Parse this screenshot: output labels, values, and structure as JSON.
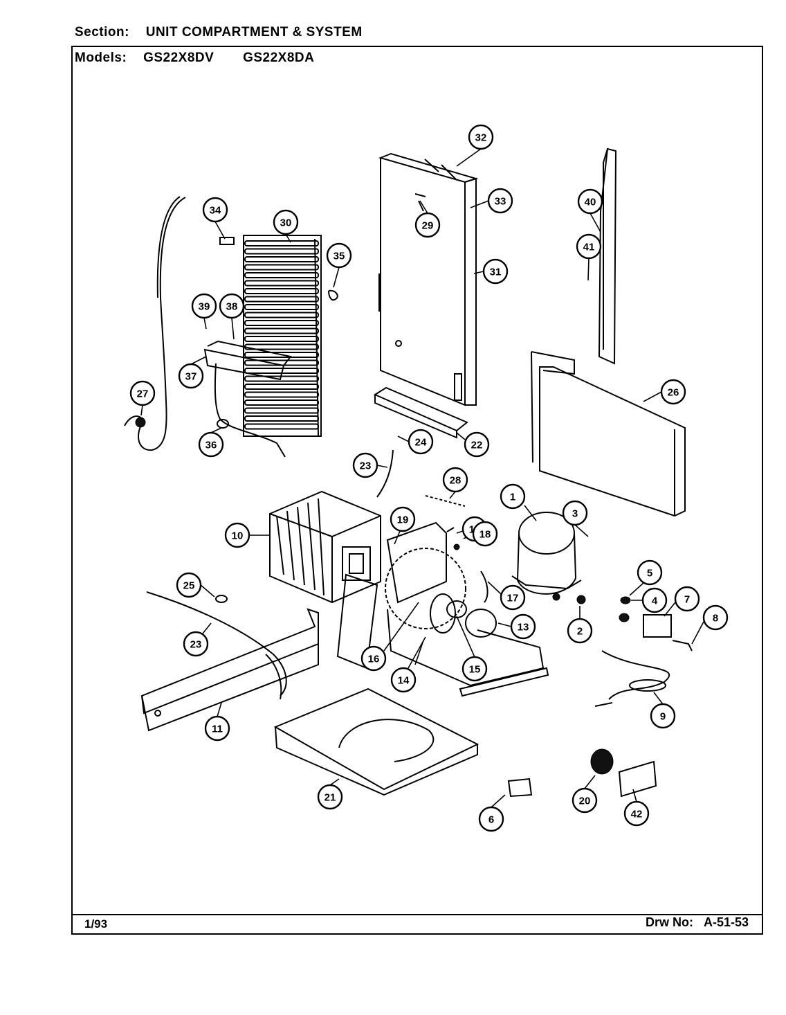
{
  "header": {
    "section_label": "Section:",
    "section_value": "UNIT COMPARTMENT & SYSTEM",
    "models_label": "Models:",
    "models": [
      "GS22X8DV",
      "GS22X8DA"
    ]
  },
  "footer": {
    "date": "1/93",
    "drawing_label": "Drw No:",
    "drawing_number": "A-51-53"
  },
  "callouts": [
    "1",
    "2",
    "3",
    "4",
    "5",
    "6",
    "7",
    "8",
    "9",
    "10",
    "11",
    "12",
    "13",
    "14",
    "15",
    "16",
    "16",
    "17",
    "18",
    "19",
    "20",
    "21",
    "22",
    "23",
    "23",
    "24",
    "25",
    "26",
    "27",
    "28",
    "29",
    "30",
    "31",
    "32",
    "33",
    "34",
    "35",
    "36",
    "37",
    "38",
    "39",
    "40",
    "41",
    "42"
  ]
}
